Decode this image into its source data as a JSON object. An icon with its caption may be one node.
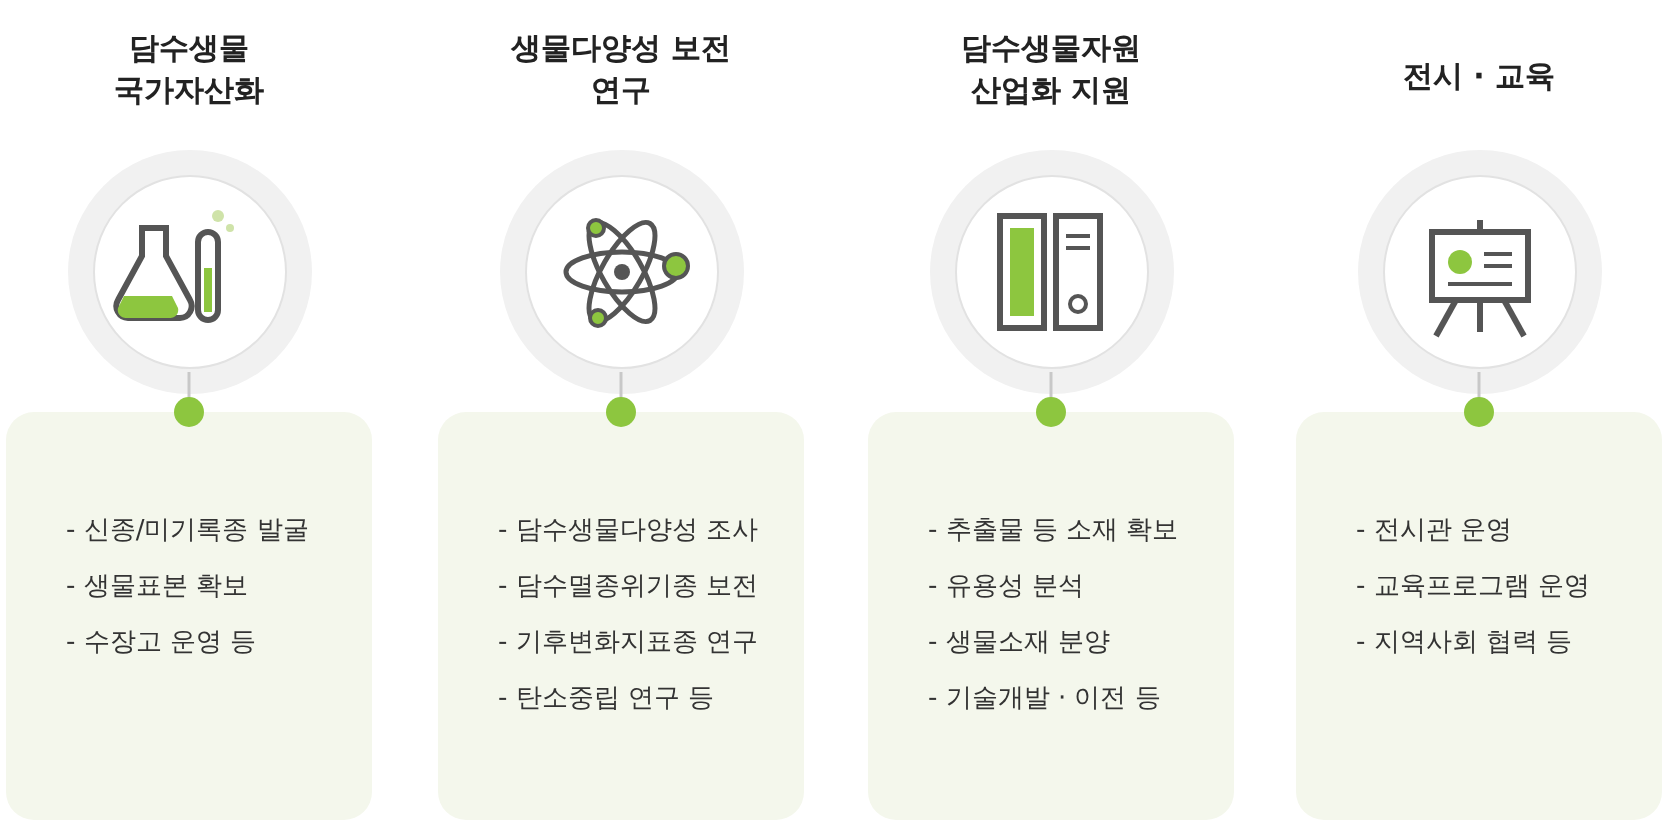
{
  "diagram": {
    "nodes": [
      {
        "text": [
          "담수생물 국가자산화"
        ]
      },
      {
        "text": [
          "- 신종/미기록종 발굴",
          "- 생물표본 확보",
          "- 수장고 운영 등"
        ]
      },
      {
        "text": [
          "생물다양성 보전 연구"
        ]
      },
      {
        "text": [
          "- 담수생물다양성 조사",
          "- 담수멸종위기종 보전",
          "- 기후변화지표종 연구",
          "- 탄소중립 연구 등"
        ]
      },
      {
        "text": [
          "담수생물자원 산업화 지원"
        ]
      },
      {
        "text": [
          "- 추출물 등 소재 확보",
          "- 유용성 분석",
          "- 생물소재 분양",
          "- 기술개발 · 이전 등"
        ]
      },
      {
        "text": [
          "전시 · 교육"
        ]
      },
      {
        "text": [
          "- 전시관 운영",
          "- 교육프로그램 운영",
          "- 지역사회 협력 등"
        ]
      }
    ],
    "edges": [
      {
        "from": 0,
        "to": 1,
        "arrow": "other"
      },
      {
        "from": 2,
        "to": 3,
        "arrow": "other"
      },
      {
        "from": 4,
        "to": 5,
        "arrow": "other"
      },
      {
        "from": 6,
        "to": 7,
        "arrow": "other"
      }
    ]
  }
}
